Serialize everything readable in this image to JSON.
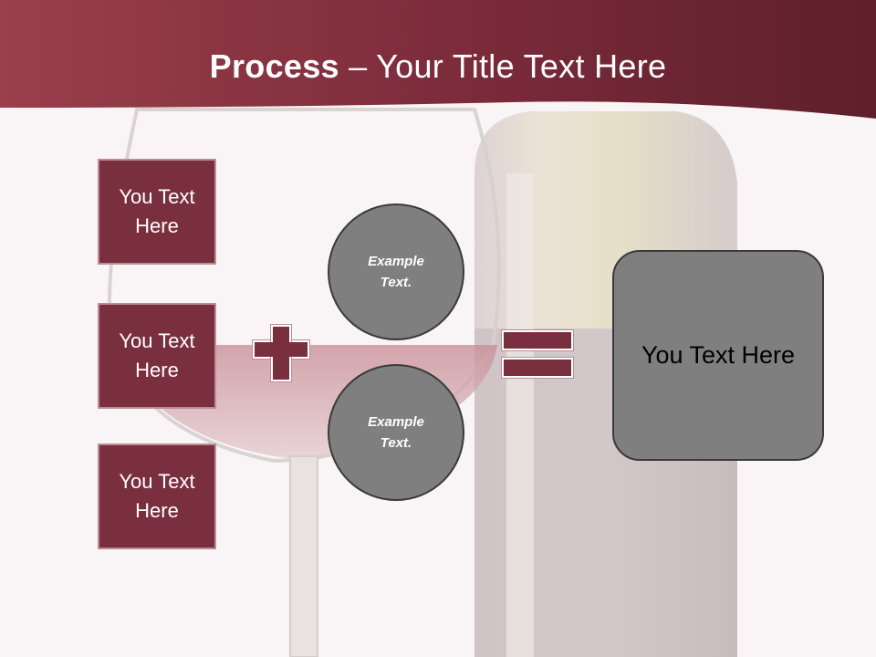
{
  "slide": {
    "title_bold": "Process",
    "title_rest": " – Your Title Text Here"
  },
  "inputs": [
    {
      "label": "You Text Here"
    },
    {
      "label": "You Text Here"
    },
    {
      "label": "You Text Here"
    }
  ],
  "operators": {
    "plus": "+",
    "equals": "="
  },
  "circles": [
    {
      "label": "Example Text."
    },
    {
      "label": "Example Text."
    }
  ],
  "result": {
    "label": "You Text Here"
  },
  "colors": {
    "accent": "#7a2f3e",
    "header": "#8a3040",
    "shape_gray": "#7f7f7f",
    "background": "#f9f5f6"
  }
}
